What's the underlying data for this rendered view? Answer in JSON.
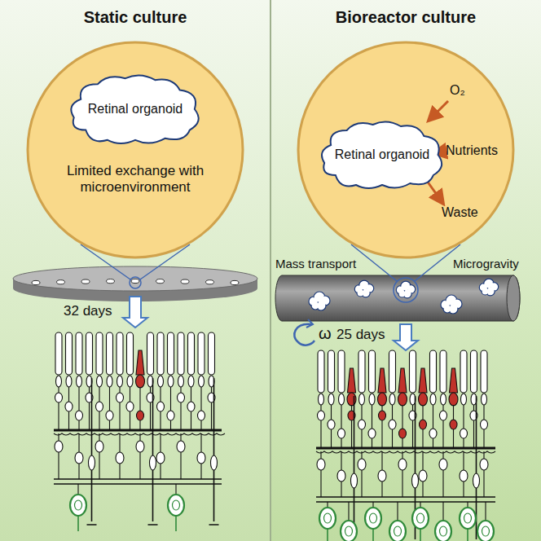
{
  "diagram": {
    "nodes": [
      {
        "text": [
          "Static culture"
        ]
      },
      {
        "text": [
          "Limited exchange with microenvironment"
        ],
        "in": 0
      },
      {
        "text": [
          "Retinal organoid"
        ],
        "in": 1
      },
      {
        "text": [
          "Bioreactor culture"
        ]
      },
      {
        "text": [
          "O₂",
          "Nutrients",
          "Waste"
        ],
        "in": 3
      },
      {
        "text": [
          "Retinal organoid"
        ],
        "in": 4
      }
    ],
    "labels": [
      "32 days",
      "Mass transport",
      "Microgravity",
      "ω",
      "25 days"
    ]
  }
}
